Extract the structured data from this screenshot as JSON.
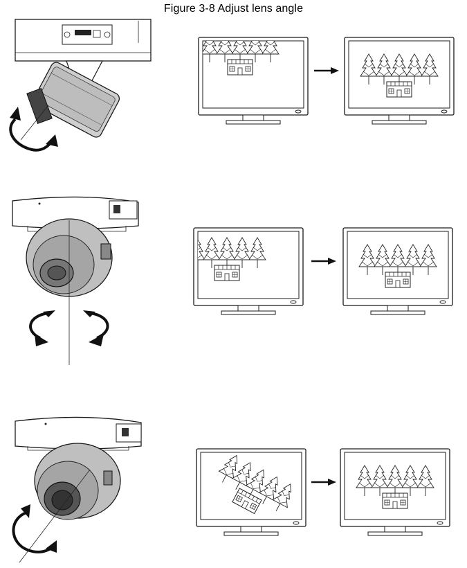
{
  "figure": {
    "caption": "Figure 3-8 Adjust lens angle"
  },
  "icons": {
    "camera": "dome-camera-icon",
    "rotate_arrow": "curved-double-arrow-icon",
    "monitor": "monitor-icon",
    "arrow": "right-arrow-icon"
  },
  "steps": [
    {
      "id": "tilt",
      "before_scene": "scene-shifted-up",
      "after_scene": "scene-centered"
    },
    {
      "id": "pan",
      "before_scene": "scene-shifted-left",
      "after_scene": "scene-centered"
    },
    {
      "id": "rotate",
      "before_scene": "scene-rotated",
      "after_scene": "scene-centered"
    }
  ]
}
